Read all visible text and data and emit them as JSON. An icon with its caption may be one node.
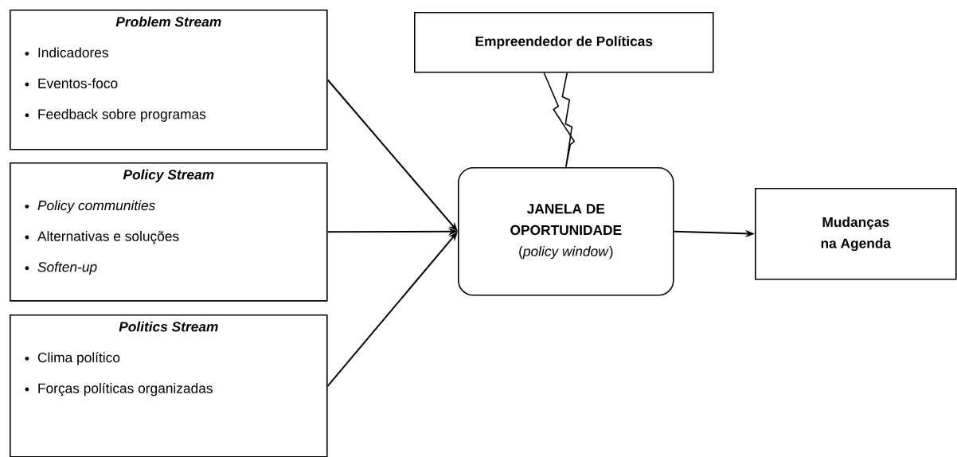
{
  "diagram": {
    "nodes": [
      {
        "text": [
          "Problem Stream",
          "Indicadores",
          "Eventos-foco",
          "Feedback sobre programas"
        ]
      },
      {
        "text": [
          "Policy Stream",
          "*Policy communities*",
          "Alternativas e soluções",
          "*Soften-up*"
        ]
      },
      {
        "text": [
          "Politics Stream",
          "Clima político",
          "Forças políticas organizadas"
        ]
      },
      {
        "text": [
          "Empreendedor de Políticas"
        ]
      },
      {
        "text": [
          "JANELA DE OPORTUNIDADE",
          "(*policy window*)"
        ]
      },
      {
        "text": [
          "Mudanças na Agenda"
        ]
      }
    ],
    "edges": [
      {
        "from": 0,
        "to": 4,
        "arrow": "to"
      },
      {
        "from": 1,
        "to": 4,
        "arrow": "to"
      },
      {
        "from": 2,
        "to": 4,
        "arrow": "to"
      },
      {
        "from": 3,
        "to": 4,
        "arrow": "none"
      },
      {
        "from": 4,
        "to": 5,
        "arrow": "to"
      }
    ]
  }
}
